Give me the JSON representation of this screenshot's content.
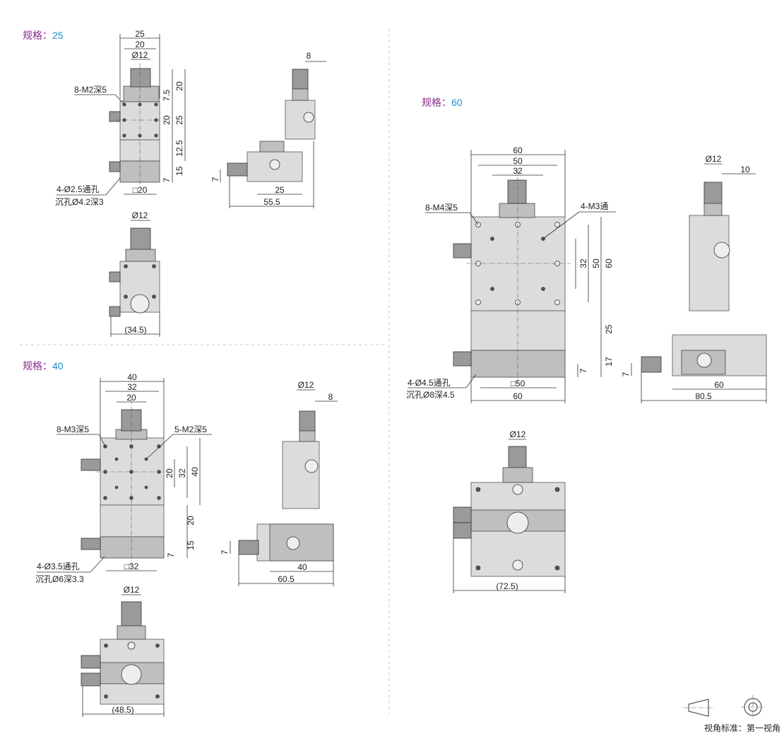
{
  "specs": {
    "s25": {
      "title_prefix": "规格：",
      "title_value": "25",
      "front": {
        "d_width": "25",
        "d_inner": "20",
        "d_knob": "Ø12",
        "d_v1": "20",
        "d_v2": "7.5",
        "d_v3": "20",
        "d_v4": "25",
        "d_v5": "12.5",
        "d_v6": "15",
        "d_v7": "7",
        "d_base": "□20",
        "note_top": "8-M2深5",
        "note_hole1": "4-Ø2.5通孔",
        "note_hole2": "沉孔Ø4.2深3"
      },
      "side": {
        "d_top": "8",
        "d_mid": "25",
        "d_bottom": "55.5",
        "d_left": "7"
      },
      "bottom": {
        "d_knob": "Ø12",
        "d_width": "(34.5)"
      }
    },
    "s40": {
      "title_prefix": "规格：",
      "title_value": "40",
      "front": {
        "d_width": "40",
        "d_w2": "32",
        "d_w3": "20",
        "note_left": "8-M3深5",
        "note_right": "5-M2深5",
        "d_v1": "20",
        "d_v2": "32",
        "d_v3": "40",
        "d_v4": "20",
        "d_v5": "15",
        "d_v6": "7",
        "d_base": "□32",
        "note_hole1": "4-Ø3.5通孔",
        "note_hole2": "沉孔Ø6深3.3"
      },
      "side": {
        "d_knob": "Ø12",
        "d_top": "8",
        "d_mid": "40",
        "d_bottom": "60.5",
        "d_left": "7"
      },
      "bottom": {
        "d_knob": "Ø12",
        "d_width": "(48.5)"
      }
    },
    "s60": {
      "title_prefix": "规格：",
      "title_value": "60",
      "front": {
        "d_width": "60",
        "d_w2": "50",
        "d_w3": "32",
        "note_left": "8-M4深5",
        "note_right": "4-M3通",
        "d_v1": "32",
        "d_v2": "50",
        "d_v3": "60",
        "d_v4": "25",
        "d_v5": "17",
        "d_v6": "7",
        "d_base": "□50",
        "d_base2": "60",
        "note_hole1": "4-Ø4.5通孔",
        "note_hole2": "沉孔Ø8深4.5"
      },
      "side": {
        "d_knob": "Ø12",
        "d_top": "10",
        "d_mid": "60",
        "d_bottom": "80.5",
        "d_left": "7"
      },
      "bottom": {
        "d_knob": "Ø12",
        "d_width": "(72.5)"
      }
    }
  },
  "projection": {
    "label": "视角标准：第一视角"
  },
  "colors": {
    "spec_title": "#8b2a8f",
    "spec_value": "#1a8fd0"
  }
}
